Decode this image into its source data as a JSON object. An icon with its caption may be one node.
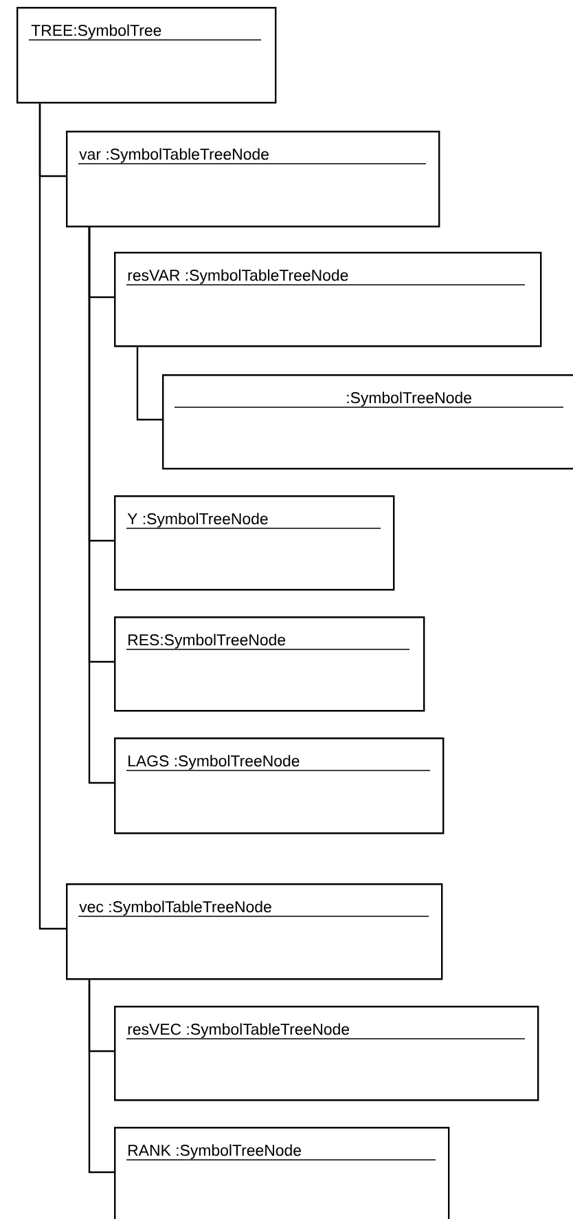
{
  "diagram": {
    "nodes": [
      {
        "text": [
          "TREE:SymbolTree"
        ]
      },
      {
        "text": [
          "var :SymbolTableTreeNode"
        ]
      },
      {
        "text": [
          "resVAR :SymbolTableTreeNode"
        ]
      },
      {
        "text": [
          ":SymbolTreeNode"
        ]
      },
      {
        "text": [
          "Y :SymbolTreeNode"
        ]
      },
      {
        "text": [
          "RES:SymbolTreeNode"
        ]
      },
      {
        "text": [
          "LAGS :SymbolTreeNode"
        ]
      },
      {
        "text": [
          "vec :SymbolTableTreeNode"
        ]
      },
      {
        "text": [
          "resVEC :SymbolTableTreeNode"
        ]
      },
      {
        "text": [
          "RANK :SymbolTreeNode"
        ]
      }
    ],
    "edges": [
      {
        "from": 0,
        "to": 1,
        "arrow": "none"
      },
      {
        "from": 0,
        "to": 7,
        "arrow": "none"
      },
      {
        "from": 1,
        "to": 2,
        "arrow": "none"
      },
      {
        "from": 1,
        "to": 4,
        "arrow": "none"
      },
      {
        "from": 1,
        "to": 5,
        "arrow": "none"
      },
      {
        "from": 1,
        "to": 6,
        "arrow": "none"
      },
      {
        "from": 2,
        "to": 3,
        "arrow": "none"
      },
      {
        "from": 7,
        "to": 8,
        "arrow": "none"
      },
      {
        "from": 7,
        "to": 9,
        "arrow": "none"
      }
    ]
  }
}
